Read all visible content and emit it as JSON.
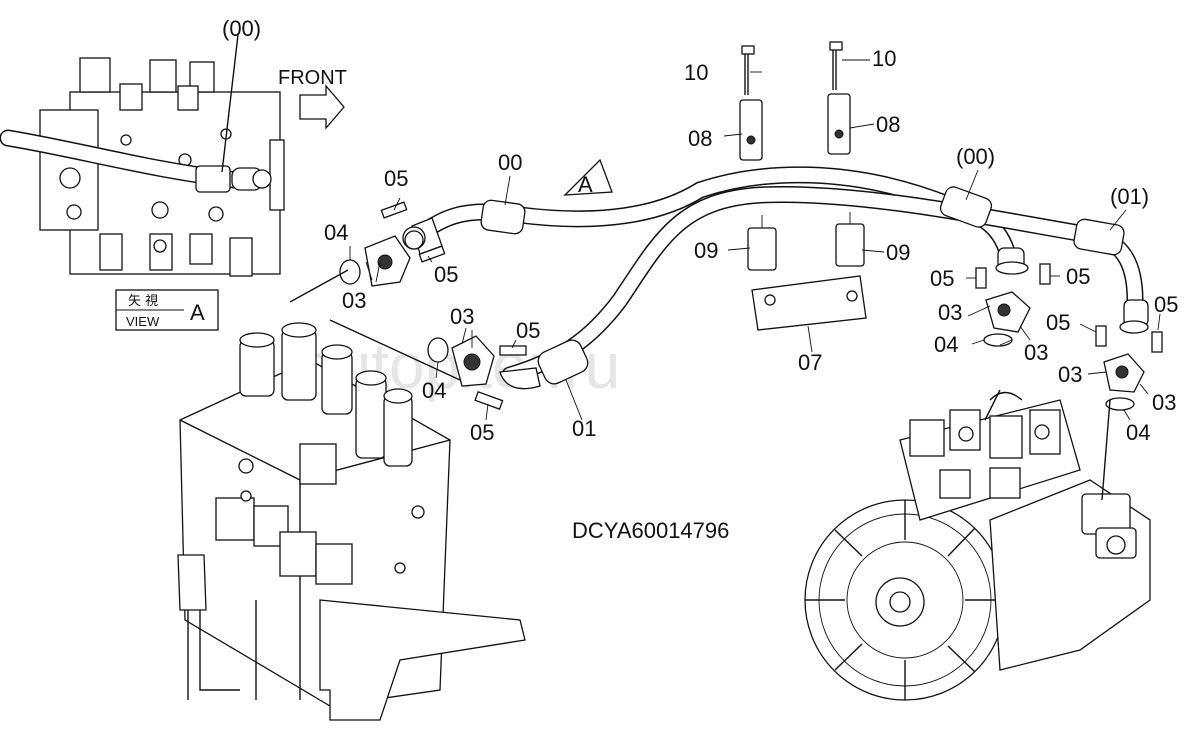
{
  "diagram": {
    "drawing_code": "DCYA60014796",
    "watermark": "autopiter.ru",
    "front_label": "FRONT",
    "view_marker": "A",
    "view_box": {
      "jp": "矢 視",
      "en": "VIEW",
      "letter": "A"
    },
    "labels": {
      "p00_top": "(00)",
      "p00_hose": "00",
      "p00_right": "(00)",
      "p01_right": "(01)",
      "p01": "01",
      "p03_a": "03",
      "p03_b": "03",
      "p03_c": "03",
      "p03_d": "03",
      "p03_e": "03",
      "p03_f": "03",
      "p04_a": "04",
      "p04_b": "04",
      "p04_c": "04",
      "p04_d": "04",
      "p05_a": "05",
      "p05_b": "05",
      "p05_c": "05",
      "p05_d": "05",
      "p05_e": "05",
      "p05_f": "05",
      "p05_g": "05",
      "p05_h": "05",
      "p07": "07",
      "p08_a": "08",
      "p08_b": "08",
      "p09_a": "09",
      "p09_b": "09",
      "p10_a": "10",
      "p10_b": "10"
    }
  }
}
